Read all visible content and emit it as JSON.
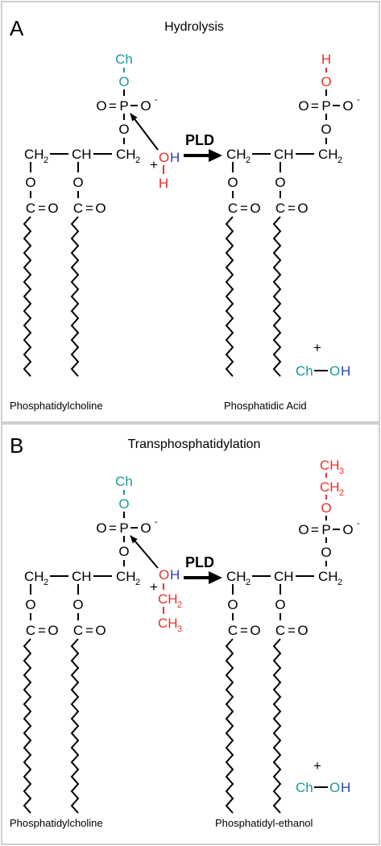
{
  "colors": {
    "choline": "#1a9a9a",
    "red": "#e8322a",
    "blue": "#2b3fb3",
    "black": "#000000",
    "frame": "#bfbfbf"
  },
  "atoms": {
    "ch": "Ch",
    "o": "O",
    "p": "P",
    "c": "C",
    "h": "H",
    "oh": "OH",
    "ch2": "CH",
    "ch3": "CH",
    "two": "2",
    "three": "3",
    "minus": "-",
    "plus": "+",
    "eq": "=",
    "dash": "—"
  },
  "panels": [
    {
      "label": "A",
      "title": "Hydrolysis",
      "enzyme": "PLD",
      "substrate": "Phosphatidylcholine",
      "product": "Phosphatidic Acid"
    },
    {
      "label": "B",
      "title": "Transphosphatidylation",
      "enzyme": "PLD",
      "substrate": "Phosphatidylcholine",
      "product": "Phosphatidyl-ethanol"
    }
  ]
}
